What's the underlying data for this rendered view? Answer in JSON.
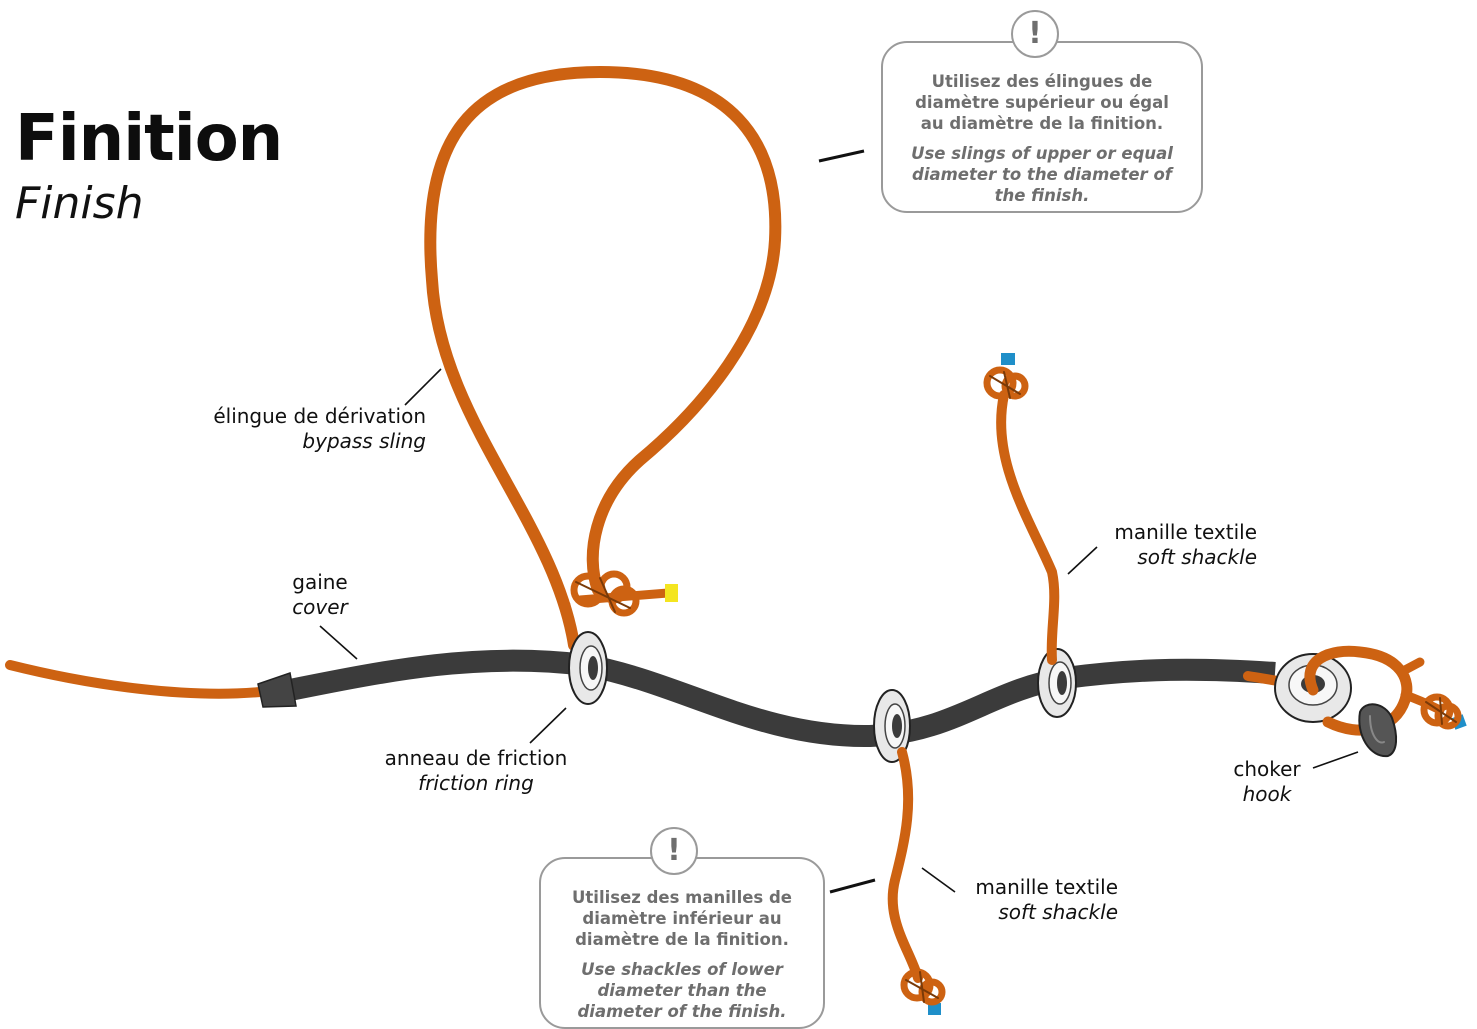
{
  "title": "Finition",
  "subtitle": "Finish",
  "labels": {
    "bypass_sling": {
      "fr": "élingue de dérivation",
      "en": "bypass sling"
    },
    "cover": {
      "fr": "gaine",
      "en": "cover"
    },
    "friction_ring": {
      "fr": "anneau de friction",
      "en": "friction ring"
    },
    "soft_shackle_top": {
      "fr": "manille textile",
      "en": "soft shackle"
    },
    "soft_shackle_bottom": {
      "fr": "manille textile",
      "en": "soft shackle"
    },
    "choker_hook": {
      "fr": "choker",
      "en": "hook"
    }
  },
  "notes": {
    "slings": {
      "icon": "!",
      "fr": "Utilisez des élingues de diamètre supérieur ou égal au diamètre de la finition.",
      "en": "Use slings of upper or equal diameter to the diameter of the finish."
    },
    "shackles": {
      "icon": "!",
      "fr": "Utilisez des manilles de diamètre inférieur au diamètre de la finition.",
      "en": "Use shackles of lower diameter than the diameter of the finish."
    }
  },
  "colors": {
    "rope": "#cd6212",
    "cover": "#3b3b3b",
    "ring": "#e8e8e8",
    "tip_yellow": "#f4e520",
    "tip_blue": "#1f8fc9",
    "note_border": "#9a9a9a"
  }
}
